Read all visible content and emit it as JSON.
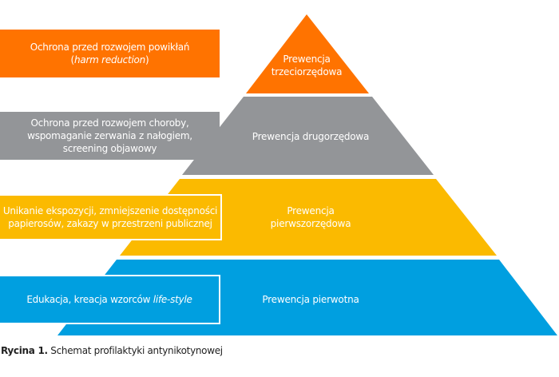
{
  "colors": {
    "tertiary": "#FF7300",
    "secondary": "#939598",
    "primary": "#FBBA00",
    "primordial": "#009FE0"
  },
  "pyramid": {
    "levels": [
      {
        "id": "tertiary",
        "label_lines": [
          "Prewencja",
          "trzeciorzędowa"
        ]
      },
      {
        "id": "secondary",
        "label_lines": [
          "Prewencja drugorzędowa"
        ]
      },
      {
        "id": "primary",
        "label_lines": [
          "Prewencja",
          "pierwszorzędowa"
        ]
      },
      {
        "id": "primordial",
        "label_lines": [
          "Prewencja pierwotna"
        ]
      }
    ]
  },
  "boxes": {
    "tertiary": {
      "line1": "Ochrona przed rozwojem powikłań",
      "line2_open": "(",
      "line2_italic": "harm reduction",
      "line2_close": ")"
    },
    "secondary": {
      "line1": "Ochrona przed rozwojem choroby,",
      "line2": "wspomaganie zerwania z nałogiem,",
      "line3": "screening objawowy"
    },
    "primary": {
      "line1": "Unikanie ekspozycji, zmniejszenie dostępności",
      "line2": "papierosów, zakazy w przestrzeni publicznej"
    },
    "primordial": {
      "text": "Edukacja, kreacja wzorców ",
      "italic": "life-style"
    }
  },
  "caption": {
    "label": "Rycina 1.",
    "text": " Schemat profilaktyki antynikotynowej"
  }
}
